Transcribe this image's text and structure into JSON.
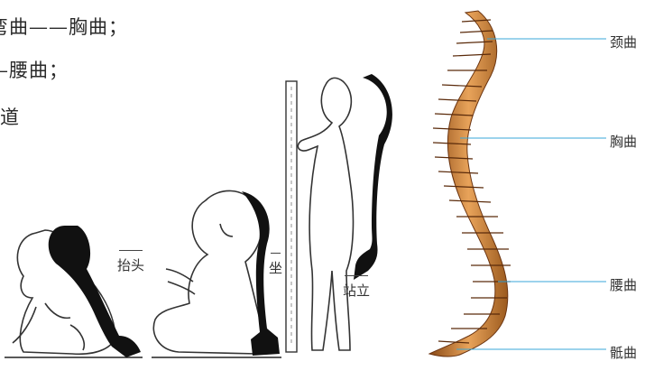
{
  "text": {
    "line1": "弯曲——胸曲；",
    "line2": "—腰曲；",
    "line3": "道"
  },
  "stages": {
    "taitou": "抬头",
    "zuo": "坐",
    "zhanli": "站立"
  },
  "spine_labels": {
    "neck": "颈曲",
    "chest": "胸曲",
    "waist": "腰曲",
    "sacral": "骶曲"
  },
  "colors": {
    "leader_line": "#3aa7d8",
    "bone": "#d88a3a",
    "spine_black": "#111111"
  }
}
